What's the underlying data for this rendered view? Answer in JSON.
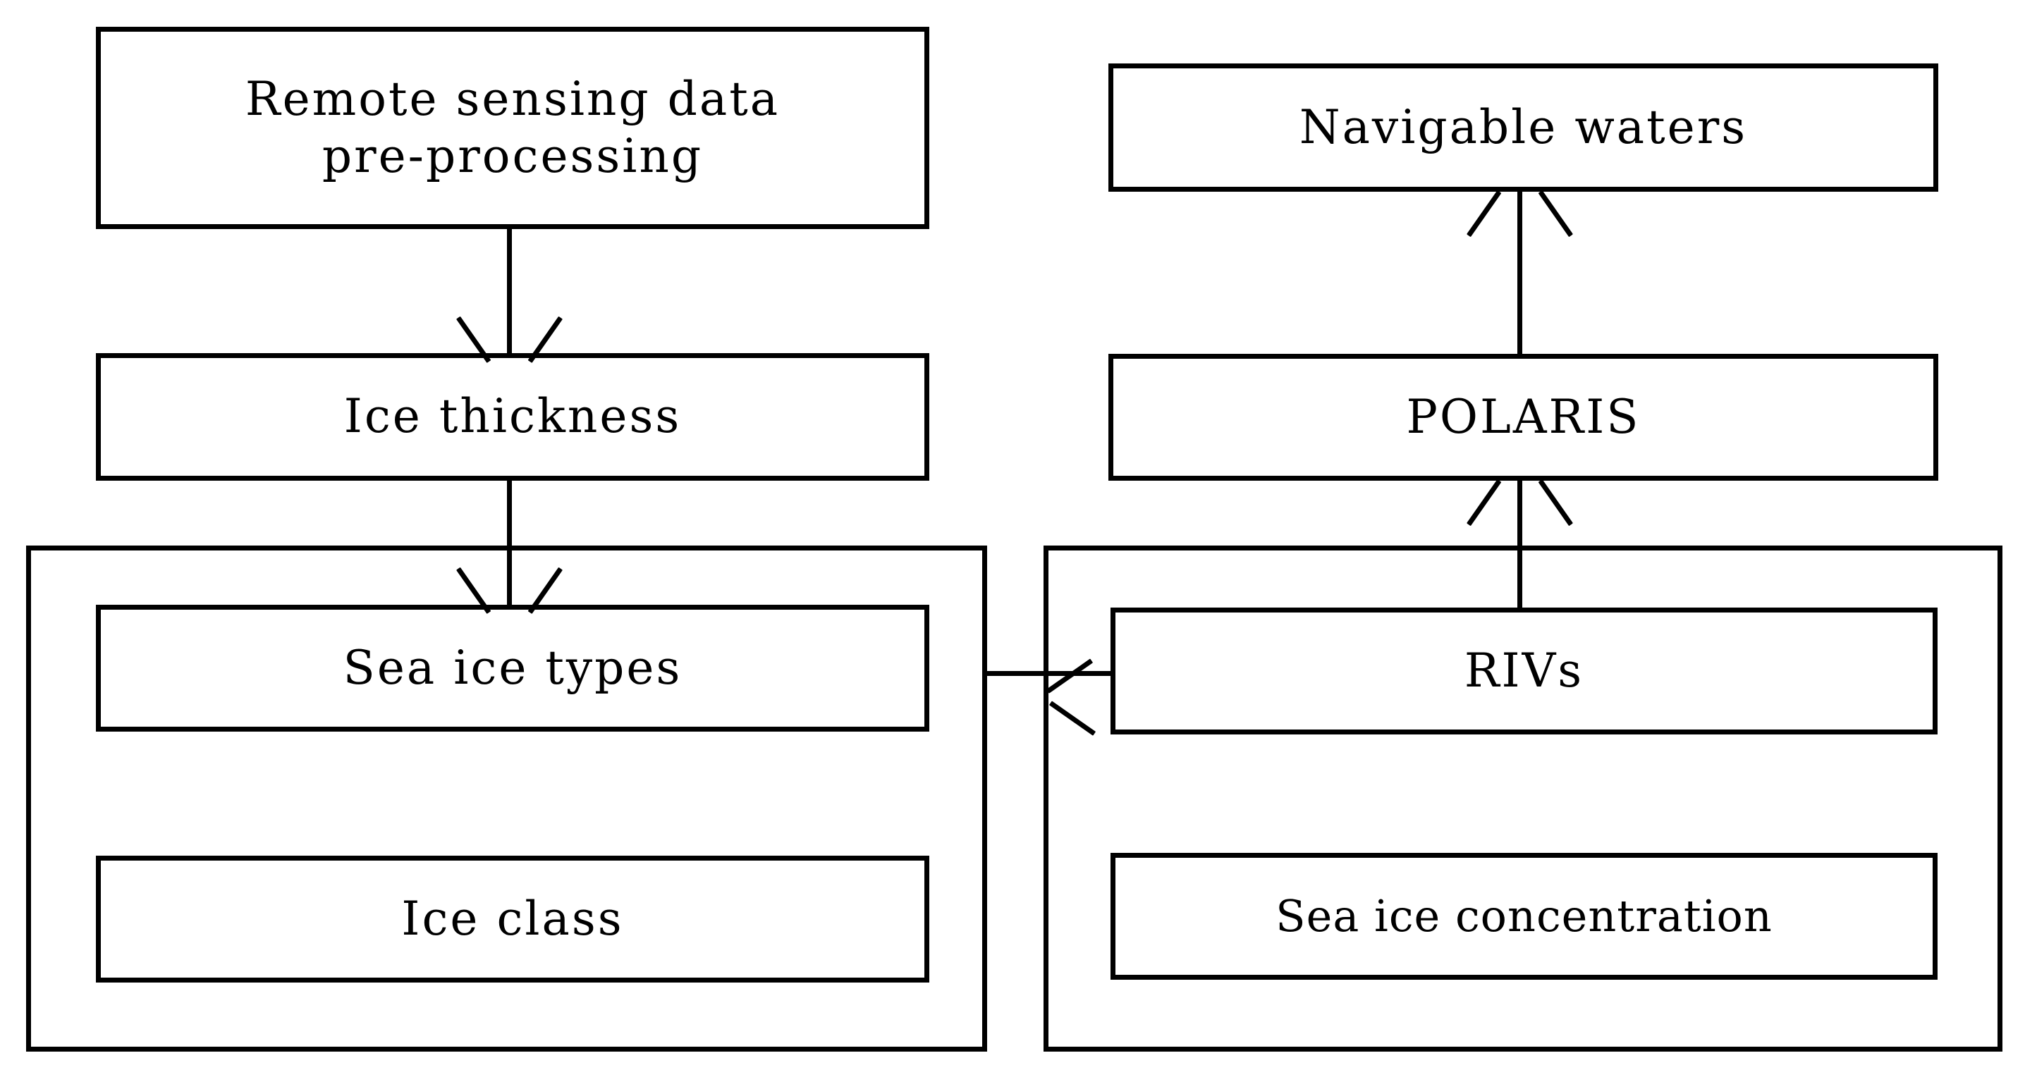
{
  "diagram": {
    "title": "Sea ice navigability assessment flowchart",
    "background_color": "#ffffff",
    "stroke_color": "#000000",
    "nodes": {
      "remote_sensing": "Remote sensing data\npre-processing",
      "ice_thickness": "Ice thickness",
      "sea_ice_types": "Sea ice types",
      "ice_class": "Ice class",
      "navigable_waters": "Navigable waters",
      "polaris": "POLARIS",
      "rivs": "RIVs",
      "sea_ice_concentration": "Sea ice concentration"
    },
    "groups": {
      "left_group": "",
      "right_group": ""
    },
    "edges": [
      {
        "id": "e1",
        "from": "remote_sensing",
        "to": "ice_thickness",
        "direction": "down",
        "label": ""
      },
      {
        "id": "e2",
        "from": "ice_thickness",
        "to": "sea_ice_types",
        "direction": "down",
        "label": ""
      },
      {
        "id": "e3",
        "from": "left_group",
        "to": "rivs",
        "direction": "right",
        "label": ""
      },
      {
        "id": "e4",
        "from": "rivs",
        "to": "polaris",
        "direction": "up",
        "label": ""
      },
      {
        "id": "e5",
        "from": "polaris",
        "to": "navigable_waters",
        "direction": "up",
        "label": ""
      }
    ]
  }
}
